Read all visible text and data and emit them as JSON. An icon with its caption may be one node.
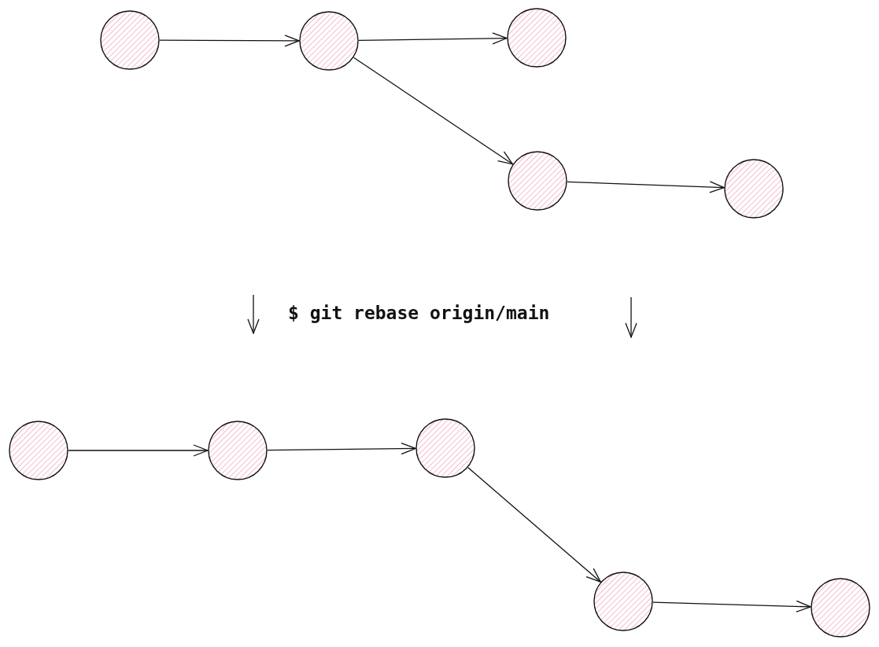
{
  "diagram": {
    "nodes": [
      {
        "text": [],
        "shape": "circle"
      },
      {
        "text": [],
        "shape": "circle"
      },
      {
        "text": [],
        "shape": "circle"
      },
      {
        "text": [],
        "shape": "circle"
      },
      {
        "text": [],
        "shape": "circle"
      },
      {
        "text": [],
        "shape": "circle"
      },
      {
        "text": [],
        "shape": "circle"
      },
      {
        "text": [],
        "shape": "circle"
      },
      {
        "text": [],
        "shape": "circle"
      },
      {
        "text": [],
        "shape": "circle"
      }
    ],
    "edges": [
      {
        "from": 0,
        "to": 1,
        "arrow": "to"
      },
      {
        "from": 1,
        "to": 2,
        "arrow": "to"
      },
      {
        "from": 1,
        "to": 3,
        "arrow": "to"
      },
      {
        "from": 3,
        "to": 4,
        "arrow": "to"
      },
      {
        "from": 5,
        "to": 6,
        "arrow": "to"
      },
      {
        "from": 6,
        "to": 7,
        "arrow": "to"
      },
      {
        "from": 7,
        "to": 8,
        "arrow": "to"
      },
      {
        "from": 8,
        "to": 9,
        "arrow": "to"
      }
    ],
    "labels": [
      "$ git rebase origin/main"
    ]
  }
}
